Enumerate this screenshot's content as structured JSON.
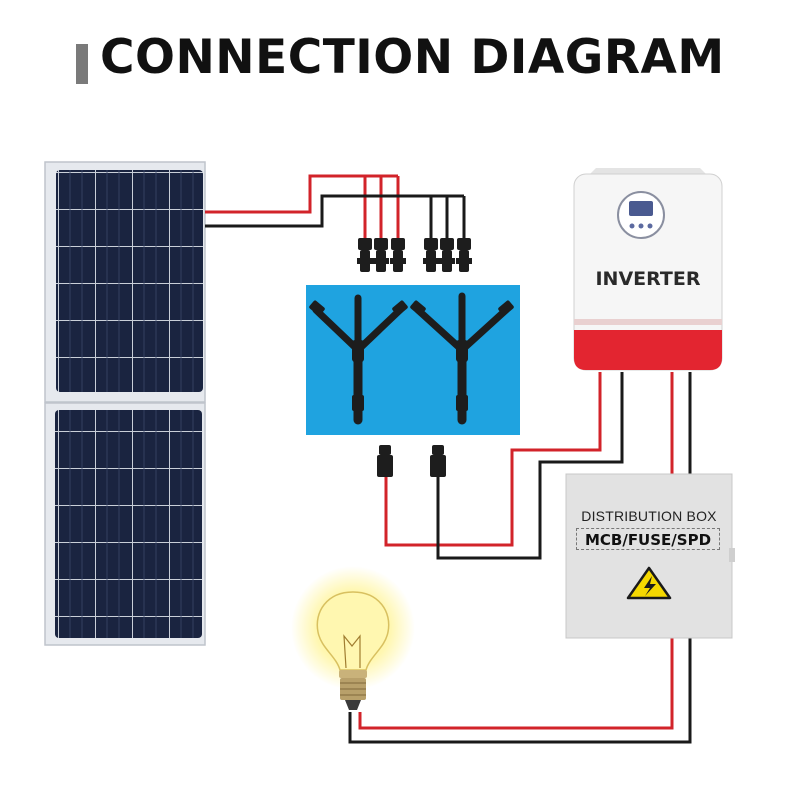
{
  "page": {
    "title": "CONNECTION DIAGRAM"
  },
  "inverter": {
    "label": "INVERTER"
  },
  "distribution_box": {
    "title": "DISTRIBUTION BOX",
    "subtitle": "MCB/FUSE/SPD"
  },
  "icons": {
    "warning": "high-voltage-warning-icon",
    "bulb": "light-bulb-icon",
    "panel": "solar-panel-icon",
    "connector": "mc4-connector-icon",
    "branch": "mc4-y-branch-icon",
    "display": "lcd-display-icon"
  },
  "colors": {
    "positive_wire": "#d2232a",
    "negative_wire": "#1a1a1a",
    "inverter_accent": "#e32530",
    "branch_panel_bg": "#1fa3e0",
    "warning_yellow": "#f5d800"
  }
}
